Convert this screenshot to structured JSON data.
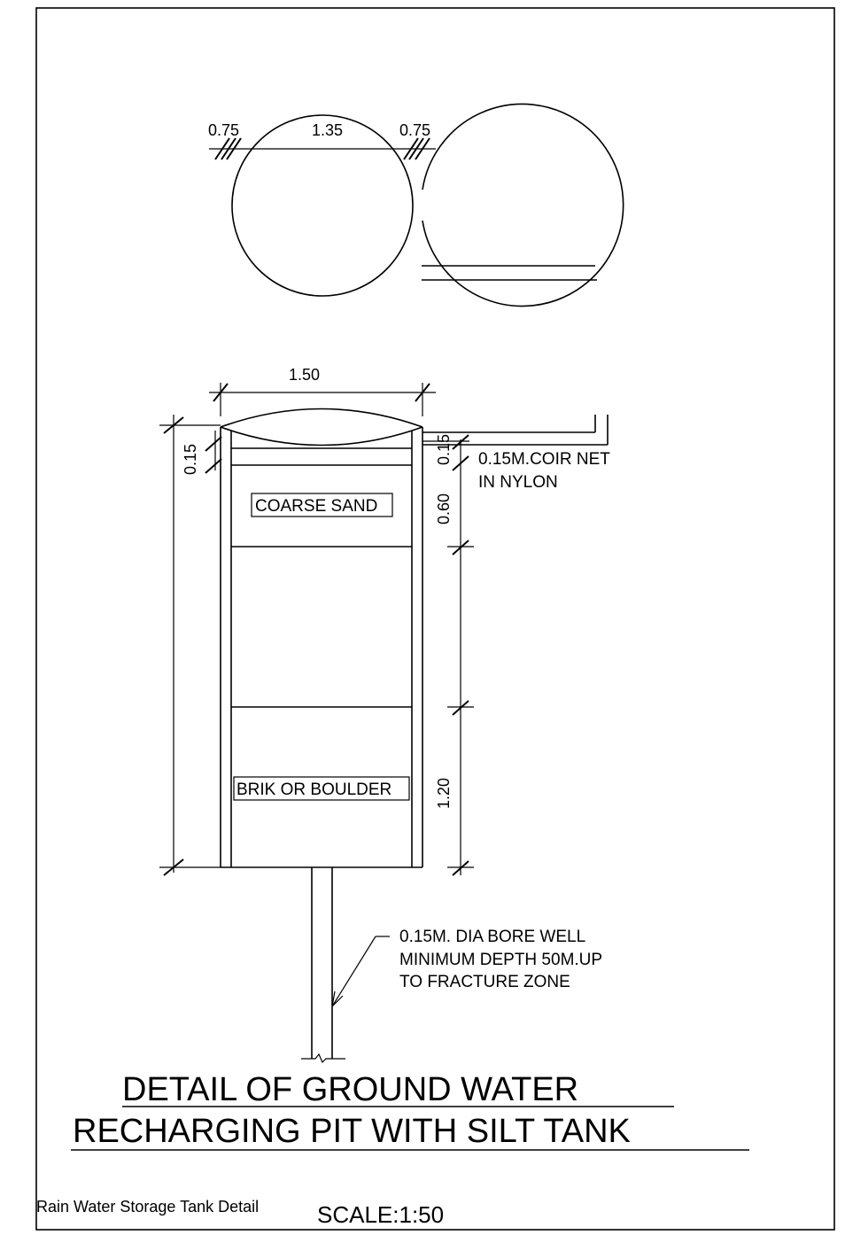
{
  "plan_view": {
    "dim_left": "0.75",
    "dim_center": "1.35",
    "dim_right": "0.75"
  },
  "section_view": {
    "width_dim": "1.50",
    "left_height_dim": "0.15",
    "right_dim_top": "0.15",
    "right_dim_sand": "0.60",
    "right_dim_boulder": "1.20",
    "layer_sand_label": "COARSE SAND",
    "layer_boulder_label": "BRIK OR BOULDER",
    "coir_note_line1": "0.15M.COIR NET",
    "coir_note_line2": "IN NYLON",
    "bore_note_line1": "0.15M. DIA BORE WELL",
    "bore_note_line2": "MINIMUM DEPTH 50M.UP",
    "bore_note_line3": "TO FRACTURE ZONE"
  },
  "title": {
    "line1": "DETAIL OF GROUND WATER",
    "line2": "RECHARGING PIT WITH SILT TANK"
  },
  "footer": {
    "drawing_name": "Rain Water Storage Tank Detail",
    "scale": "SCALE:1:50"
  }
}
